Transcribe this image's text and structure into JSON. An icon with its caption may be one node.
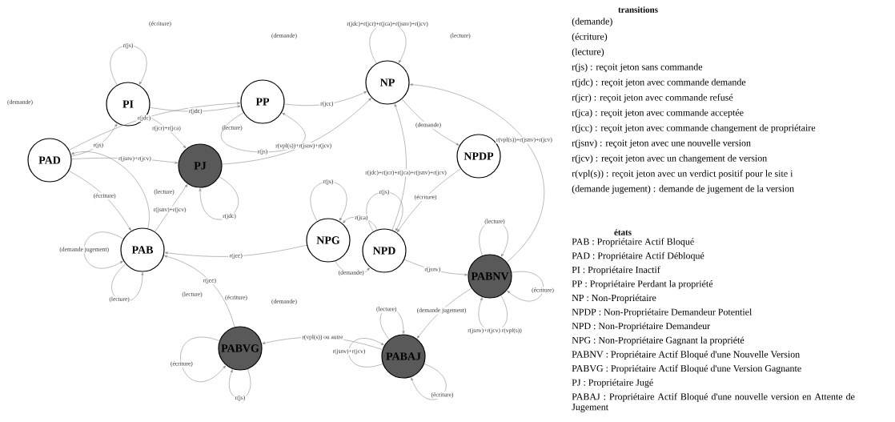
{
  "diagram": {
    "nodes": [
      {
        "text": [
          "PI"
        ]
      },
      {
        "text": [
          "PP"
        ]
      },
      {
        "text": [
          "NP"
        ]
      },
      {
        "text": [
          "PAD"
        ]
      },
      {
        "text": [
          "PJ"
        ]
      },
      {
        "text": [
          "NPDP"
        ]
      },
      {
        "text": [
          "PAB"
        ]
      },
      {
        "text": [
          "NPG"
        ]
      },
      {
        "text": [
          "NPD"
        ]
      },
      {
        "text": [
          "PABNV"
        ]
      },
      {
        "text": [
          "PABAJ"
        ]
      },
      {
        "text": [
          "PABVG"
        ]
      }
    ],
    "edges": [
      {
        "from": 0,
        "to": 0,
        "arrow": "to",
        "label": "r(js)"
      },
      {
        "from": 0,
        "to": 1,
        "arrow": "to",
        "label": "r(jdc)"
      },
      {
        "from": 0,
        "to": 4,
        "arrow": "to",
        "label": "r(jcr)+r(jca)"
      },
      {
        "from": 3,
        "to": 0,
        "arrow": "to",
        "label": "r(js)"
      },
      {
        "from": 3,
        "to": 1,
        "arrow": "to",
        "label": "r(jdc)"
      },
      {
        "from": 3,
        "to": 4,
        "arrow": "to",
        "label": "r(jsnv)+r(jcv)"
      },
      {
        "from": 3,
        "to": 6,
        "arrow": "to",
        "label": "(écriture)"
      },
      {
        "from": 6,
        "to": 3,
        "arrow": "to"
      },
      {
        "from": 1,
        "to": 1,
        "arrow": "to",
        "label": "r(js)"
      },
      {
        "from": 1,
        "to": 2,
        "arrow": "to",
        "label": "r(jcc)"
      },
      {
        "from": 4,
        "to": 2,
        "arrow": "to",
        "label": "r(vpl(s))+r(jsnv)+r(jcv)"
      },
      {
        "from": 2,
        "to": 2,
        "arrow": "to",
        "label": "r(jdc)+r(jcr)+r(jca)+r(jsnv)+r(jcv)"
      },
      {
        "from": 2,
        "to": 5,
        "arrow": "to",
        "label": "(demande)"
      },
      {
        "from": 9,
        "to": 2,
        "arrow": "to",
        "label": "r(vpl(s))+r(jsnv)+r(jcv)"
      },
      {
        "from": 5,
        "to": 8,
        "arrow": "to",
        "label": "(écriture)"
      },
      {
        "from": 8,
        "to": 8,
        "arrow": "to",
        "label": "r(js)"
      },
      {
        "from": 8,
        "to": 7,
        "arrow": "to",
        "label": "r(jca)"
      },
      {
        "from": 7,
        "to": 8,
        "arrow": "to",
        "label": "(demande)"
      },
      {
        "from": 7,
        "to": 7,
        "arrow": "to",
        "label": "r(js)"
      },
      {
        "from": 7,
        "to": 6,
        "arrow": "to",
        "label": "r(jcc)"
      },
      {
        "from": 6,
        "to": 6,
        "arrow": "to",
        "label": "(demande jugement)"
      },
      {
        "from": 6,
        "to": 4,
        "arrow": "to",
        "label": "r(jsnv)+r(jcv)"
      },
      {
        "from": 4,
        "to": 4,
        "arrow": "to",
        "label": "r(jdc)"
      },
      {
        "from": 6,
        "to": 6,
        "arrow": "to",
        "label": "(lecture)"
      },
      {
        "from": 11,
        "to": 6,
        "arrow": "to",
        "label": "r(jcc)"
      },
      {
        "from": 11,
        "to": 11,
        "arrow": "to",
        "label": "(écriture)"
      },
      {
        "from": 11,
        "to": 11,
        "arrow": "to",
        "label": "r(js)"
      },
      {
        "from": 10,
        "to": 11,
        "arrow": "to",
        "label": "r(vpl(s)) ou autre"
      },
      {
        "from": 10,
        "to": 10,
        "arrow": "to",
        "label": "r(jsnv)+r(jcv)"
      },
      {
        "from": 10,
        "to": 10,
        "arrow": "to",
        "label": "(lecture)"
      },
      {
        "from": 10,
        "to": 10,
        "arrow": "to",
        "label": "(écriture)"
      },
      {
        "from": 9,
        "to": 10,
        "arrow": "to",
        "label": "(demande jugement)"
      },
      {
        "from": 8,
        "to": 9,
        "arrow": "to",
        "label": "r(jsnv)"
      },
      {
        "from": 9,
        "to": 9,
        "arrow": "to",
        "label": "(lecture)"
      },
      {
        "from": 9,
        "to": 9,
        "arrow": "to",
        "label": "r(jsnv)+r(jcv) r(vpl(s))"
      },
      {
        "from": 9,
        "to": 9,
        "arrow": "to",
        "label": "(écriture)"
      },
      {
        "from": 8,
        "to": 2,
        "arrow": "to",
        "label": "r(jdc)+r(jcr)+r(jca)+r(jsnv)+r(jcv)"
      }
    ],
    "labels": [
      "transitions",
      "(demande)",
      "(écriture)",
      "(lecture)",
      "r(js) : reçoit jeton sans commande",
      "r(jdc) : reçoit jeton avec commande demande",
      "r(jcr) : reçoit jeton avec commande refusé",
      "r(jca) : reçoit jeton avec commande acceptée",
      "r(jcc) : reçoit jeton avec commande changement de propriétaire",
      "r(jsnv) : reçoit jeton avec une nouvelle version",
      "r(jcv) : reçoit jeton avec un changement de version",
      "r(vpl(s)) : reçoit jeton avec un verdict positif pour le site i",
      "(demande jugement) : demande de jugement de la version",
      "états",
      "PAB : Propriétaire Actif Bloqué",
      "PAD : Propriétaire Actif Débloqué",
      "PI : Propriétaire Inactif",
      "PP : Propriétaire Perdant la propriété",
      "NP : Non-Propriétaire",
      "NPDP : Non-Propriétaire Demandeur Potentiel",
      "NPD : Non-Propriétaire Demandeur",
      "NPG : Non-Propriétaire Gagnant la propriété",
      "PABNV : Propriétaire Actif Bloqué d'une Nouvelle Version",
      "PABVG : Propriétaire Actif Bloqué d'une Version Gagnante",
      "PJ : Propriétaire Jugé",
      "PABAJ : Propriétaire Actif Bloqué d'une nouvelle version en Attente de Jugement",
      "(écriture)",
      "(demande)",
      "(lecture)",
      "(demande)",
      "(lecture)",
      "(lecture)",
      "(lecture)",
      "(écriture)",
      "(demande)"
    ]
  }
}
